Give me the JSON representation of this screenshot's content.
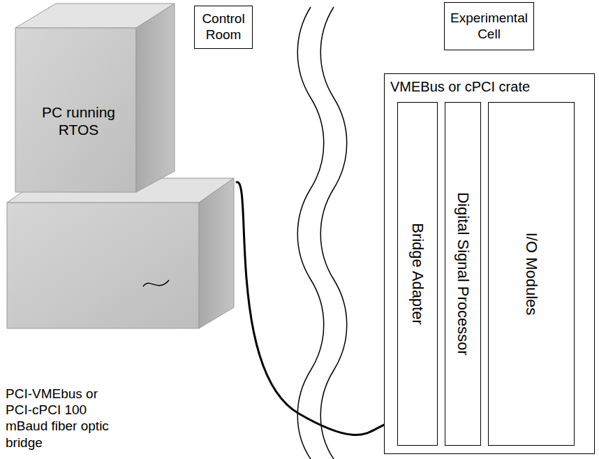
{
  "diagram": {
    "nodes": [
      {
        "text": [
          "Control Room"
        ]
      },
      {
        "text": [
          "Experimental Cell"
        ]
      },
      {
        "text": [
          "PC running RTOS"
        ]
      },
      {
        "text": [
          "VMEBus or cPCI crate"
        ]
      },
      {
        "text": [
          "Bridge Adapter"
        ],
        "in": 3
      },
      {
        "text": [
          "Digital Signal Processor"
        ],
        "in": 3
      },
      {
        "text": [
          "I/O Modules"
        ],
        "in": 3
      }
    ],
    "edges": [
      {
        "from": 2,
        "to": 4,
        "arrow": "none"
      }
    ],
    "labels": [
      "PCI-VMEbus or PCI-cPCI 100 mBaud fiber optic bridge"
    ]
  }
}
